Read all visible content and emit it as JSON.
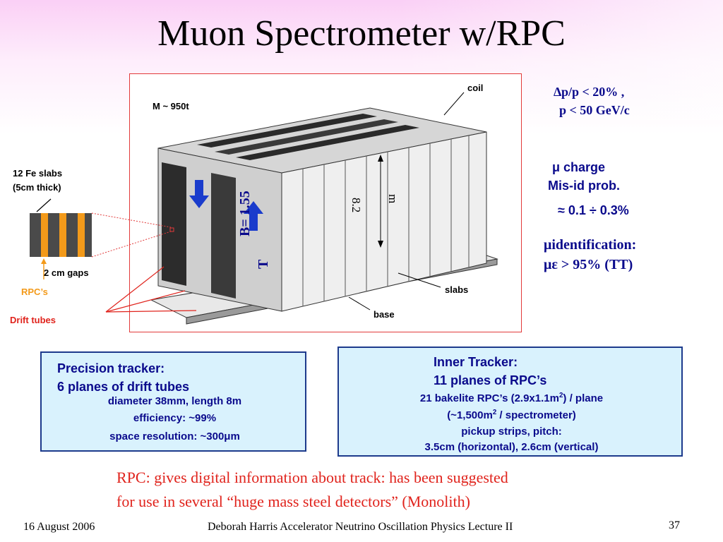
{
  "title": "Muon Spectrometer w/RPC",
  "figure": {
    "coil": "coil",
    "mass": "M ~ 950t",
    "height": "8.2 m",
    "height_num": "8.2",
    "height_unit": "m",
    "field": "B= 1.55",
    "field_unit": "T",
    "slabs": "slabs",
    "base": "base"
  },
  "left_inset": {
    "fe_line1": "12 Fe slabs",
    "fe_line2": "(5cm thick)",
    "gaps": "2 cm gaps",
    "rpcs": "RPC’s",
    "drift": "Drift tubes"
  },
  "right_notes": {
    "momentum_line1": "∆p/p < 20% ,",
    "momentum_line2": "p < 50 GeV/c",
    "charge_line1": "μ charge",
    "charge_line2": "Mis-id prob.",
    "charge_value": "≈ 0.1 ÷ 0.3%",
    "id_line1": "μidentification:",
    "id_line2": "με > 95% (TT)"
  },
  "precision_box": {
    "head1": "Precision tracker:",
    "head2": "6 planes of drift tubes",
    "line1": "diameter 38mm, length 8m",
    "line2": "efficiency: ~99%",
    "line3": "space resolution: ~300μm"
  },
  "inner_box": {
    "head1": "Inner Tracker:",
    "head2": "11 planes of RPC’s",
    "line1a": "21 bakelite RPC’s (2.9x1.1m",
    "line1sup": "2",
    "line1b": ") / plane",
    "line2a": "(~1,500m",
    "line2sup": "2",
    "line2b": " / spectrometer)",
    "line3": "pickup strips, pitch:",
    "line4": "3.5cm (horizontal), 2.6cm (vertical)"
  },
  "bottom_note": {
    "line1": "RPC:  gives digital information about track:  has been suggested",
    "line2": "for use in several “huge mass steel detectors” (Monolith)"
  },
  "footer": {
    "date": "16 August 2006",
    "center": "Deborah Harris  Accelerator Neutrino Oscillation Physics Lecture II",
    "page": "37"
  },
  "colors": {
    "title_band": "#facdf5",
    "figure_border": "#e23a3a",
    "box_fill": "#d9f2fd",
    "box_border": "#1d3a8c",
    "text_blue": "#0a0a8c",
    "note_red": "#e0231c",
    "rpc_orange": "#f39a1a",
    "arrow_blue": "#1a3ccc"
  }
}
